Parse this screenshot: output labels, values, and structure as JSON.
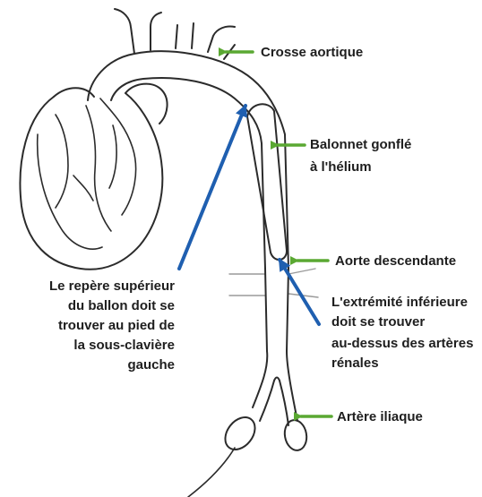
{
  "colors": {
    "annotation_arrow": "#5aa832",
    "positioning_arrow": "#1f5fb0",
    "outline": "#2b2b2b"
  },
  "labels": {
    "aortic_arch": "Crosse aortique",
    "balloon_line1": "Balonnet gonflé",
    "balloon_line2": "à l'hélium",
    "descending_aorta": "Aorte descendante",
    "iliac_artery": "Artère iliaque",
    "upper_marker": [
      "Le repère supérieur",
      "du ballon doit se",
      "trouver au pied de",
      "la sous-clavière",
      "gauche"
    ],
    "lower_end": [
      "L'extrémité inférieure",
      "doit se trouver",
      "au-dessus des artères",
      "rénales"
    ]
  }
}
